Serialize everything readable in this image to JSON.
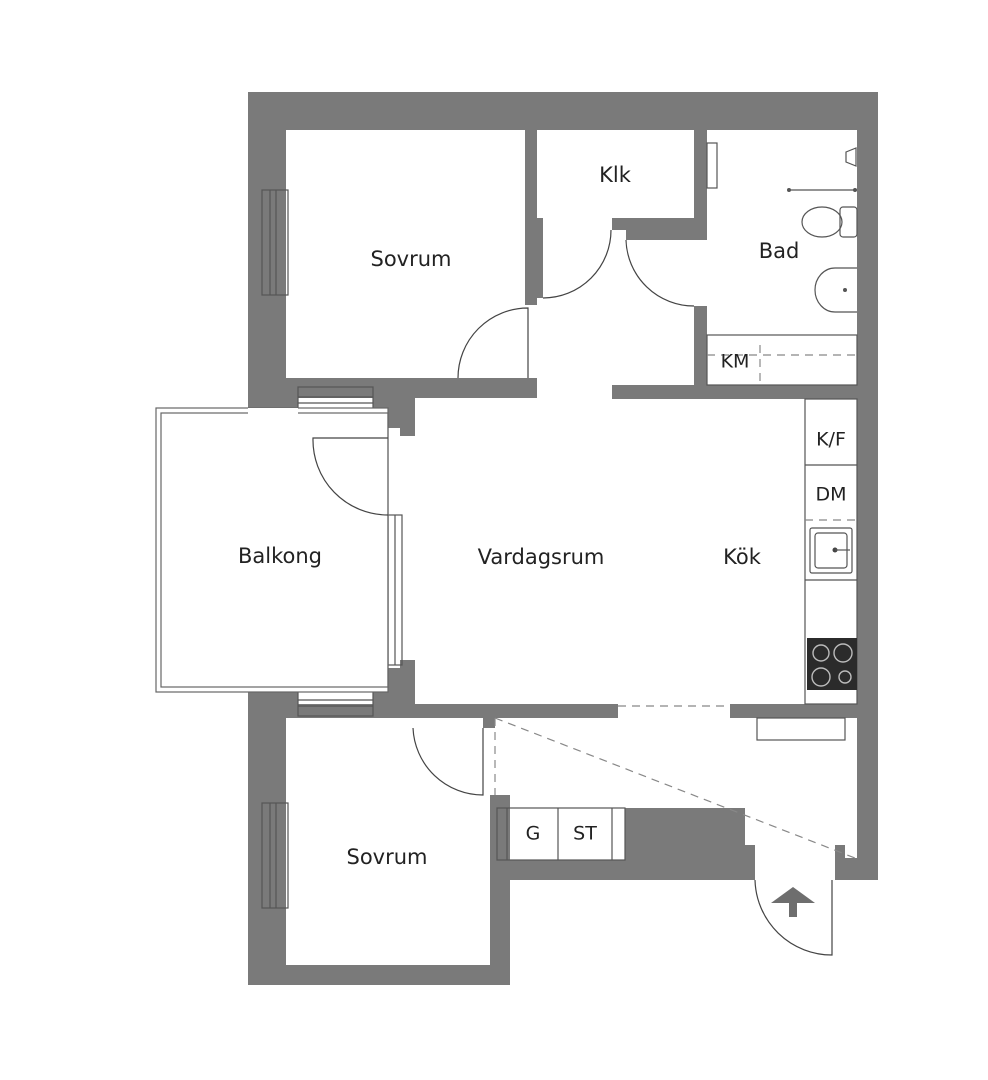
{
  "rooms": {
    "sovrum_top": "Sovrum",
    "klk": "Klk",
    "bad": "Bad",
    "km": "KM",
    "kf": "K/F",
    "dm": "DM",
    "balkong": "Balkong",
    "vardagsrum": "Vardagsrum",
    "kok": "Kök",
    "g": "G",
    "st": "ST",
    "sovrum_bottom": "Sovrum"
  },
  "colors": {
    "wall": "#7a7a7a",
    "background": "#ffffff",
    "text": "#222222",
    "stove": "#2b2b2b"
  },
  "icons": {
    "entrance": "entrance-arrow-icon",
    "stove": "stove-icon",
    "sink": "sink-icon",
    "toilet": "toilet-icon",
    "washbasin": "washbasin-icon"
  }
}
